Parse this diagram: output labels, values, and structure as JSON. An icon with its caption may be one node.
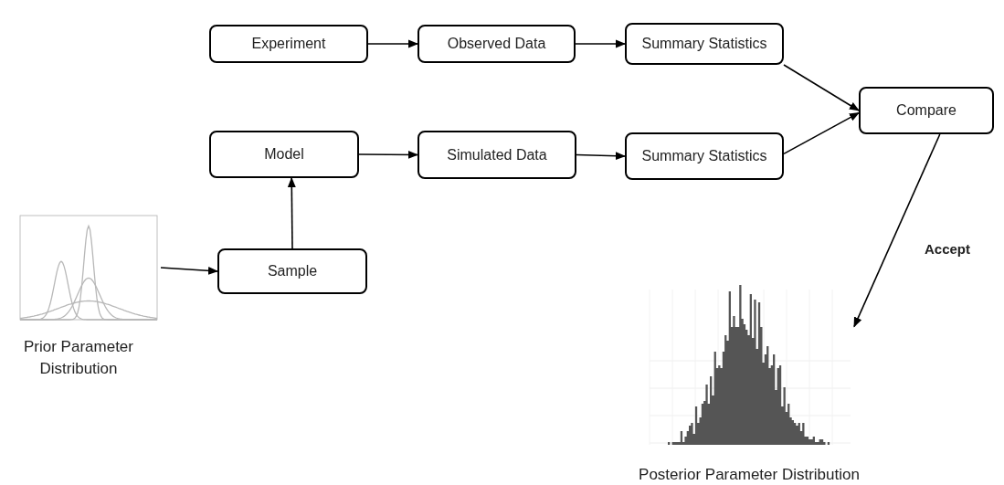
{
  "diagram": {
    "nodes": [
      {
        "text": [
          "Experiment"
        ]
      },
      {
        "text": [
          "Observed Data"
        ]
      },
      {
        "text": [
          "Summary Statistics"
        ]
      },
      {
        "text": [
          "Model"
        ]
      },
      {
        "text": [
          "Simulated Data"
        ]
      },
      {
        "text": [
          "Summary Statistics"
        ]
      },
      {
        "text": [
          "Compare"
        ]
      },
      {
        "text": [
          "Sample"
        ]
      },
      {
        "text": [],
        "shape": "picture",
        "beside": [
          "Prior Parameter Distribution"
        ]
      },
      {
        "text": [],
        "shape": "picture",
        "beside": [
          "Posterior Parameter Distribution"
        ]
      }
    ],
    "edges": [
      {
        "from": 0,
        "to": 1,
        "arrow": "to"
      },
      {
        "from": 1,
        "to": 2,
        "arrow": "to"
      },
      {
        "from": 3,
        "to": 4,
        "arrow": "to"
      },
      {
        "from": 4,
        "to": 5,
        "arrow": "to"
      },
      {
        "from": 2,
        "to": 6,
        "arrow": "to"
      },
      {
        "from": 5,
        "to": 6,
        "arrow": "to"
      },
      {
        "from": 8,
        "to": 7,
        "arrow": "to"
      },
      {
        "from": 7,
        "to": 3,
        "arrow": "to"
      },
      {
        "from": 6,
        "to": 9,
        "arrow": "to",
        "label": "Accept"
      }
    ]
  }
}
